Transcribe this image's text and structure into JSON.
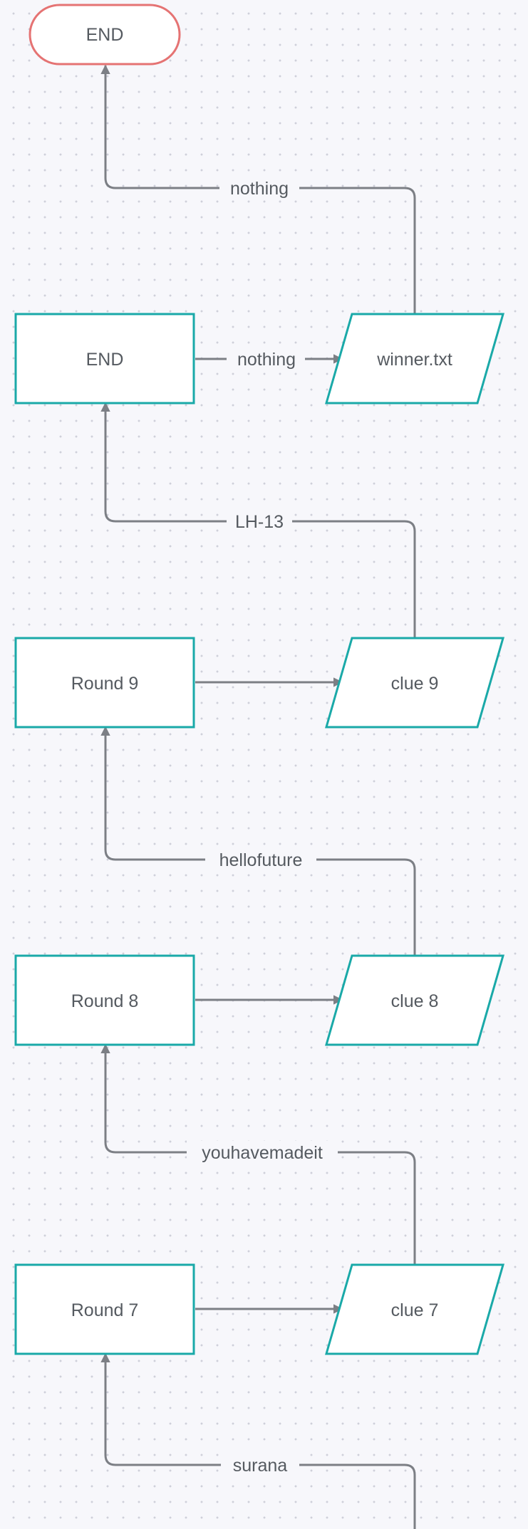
{
  "colors": {
    "accent_teal": "#1aa9a8",
    "terminal_red": "#e57373",
    "connector_gray": "#7c7f85",
    "text_gray": "#555a60"
  },
  "nodes": {
    "end_terminal": "END",
    "end_box": "END",
    "winner": "winner.txt",
    "round9": "Round 9",
    "clue9": "clue 9",
    "round8": "Round 8",
    "clue8": "clue 8",
    "round7": "Round 7",
    "clue7": "clue 7"
  },
  "edges": {
    "winner_to_end": "nothing",
    "end_to_winner": "nothing",
    "clue9_to_end": "LH-13",
    "clue8_to_round9": "hellofuture",
    "clue7_to_round8": "youhavemadeit",
    "below_to_round7": "surana"
  }
}
